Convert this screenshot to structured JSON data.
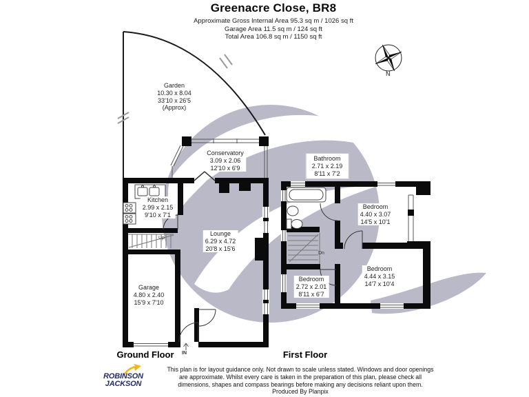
{
  "header": {
    "title": "Greenacre Close, BR8",
    "subtitle_lines": [
      "Approximate Gross Internal Area 95.3 sq m / 1026 sq ft",
      "Garage Area 11.5 sq m / 124 sq ft",
      "Total Area 106.8 sq m / 1150 sq ft"
    ]
  },
  "compass": {
    "north_label": "N"
  },
  "garden": {
    "name": "Garden",
    "metric": "10.30 x 8.04",
    "imperial": "33'10 x 26'5",
    "note": "(Approx)"
  },
  "ground_floor": {
    "label": "Ground Floor",
    "entrance_label": "IN",
    "stairs_label": "Up",
    "rooms": {
      "conservatory": {
        "name": "Conservatory",
        "metric": "3.09 x 2.06",
        "imperial": "12'10 x 6'9"
      },
      "kitchen": {
        "name": "Kitchen",
        "metric": "2.99 x 2.15",
        "imperial": "9'10 x 7'1"
      },
      "lounge": {
        "name": "Lounge",
        "metric": "6.29 x 4.72",
        "imperial": "20'8 x 15'6"
      },
      "garage": {
        "name": "Garage",
        "metric": "4.80 x 2.40",
        "imperial": "15'9 x 7'10"
      }
    }
  },
  "first_floor": {
    "label": "First Floor",
    "stairs_label": "Dn",
    "rooms": {
      "bathroom": {
        "name": "Bathroom",
        "metric": "2.71 x 2.19",
        "imperial": "8'11 x 7'2"
      },
      "bedroom_front": {
        "name": "Bedroom",
        "metric": "4.40 x 3.07",
        "imperial": "14'5 x 10'1"
      },
      "bedroom_rear": {
        "name": "Bedroom",
        "metric": "4.44 x 3.15",
        "imperial": "14'7 x 10'4"
      },
      "bedroom_small": {
        "name": "Bedroom",
        "metric": "2.72 x 2.01",
        "imperial": "8'11 x 6'7"
      }
    }
  },
  "footer": {
    "agent_logo_line1": "ROBINSON",
    "agent_logo_line2": "JACKSON",
    "disclaimer_lines": [
      "This plan is for layout guidance only. Not drawn to scale unless stated. Windows and door openings",
      "are approximate. Whilst every care is taken in the preparation of this plan, please check all",
      "dimensions, shapes and compass bearings before making any decisions reliant upon them."
    ],
    "produced_by": "Produced By Planpix"
  },
  "colors": {
    "wall": "#0b0b0b",
    "watermark": "#b9b9c7",
    "logo_navy": "#252a6b",
    "logo_yellow": "#f2b718"
  }
}
